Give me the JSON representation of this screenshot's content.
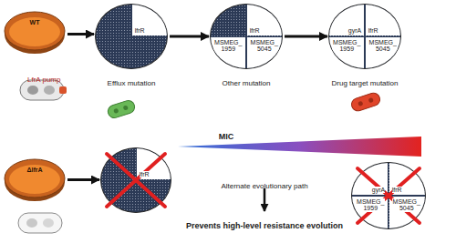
{
  "diagram": {
    "nodes": [
      {
        "text": [
          "WT"
        ]
      },
      {
        "text": [
          "Efflux mutation"
        ]
      },
      {
        "text": [
          "lfrR"
        ],
        "in": 1
      },
      {
        "text": [
          "Other mutation"
        ]
      },
      {
        "text": [
          "lfrR"
        ],
        "in": 3
      },
      {
        "text": [
          "MSMEG_ 1959"
        ],
        "in": 3
      },
      {
        "text": [
          "MSMEG_ 5045"
        ],
        "in": 3
      },
      {
        "text": [
          "Drug target mutation"
        ]
      },
      {
        "text": [
          "gyrA"
        ],
        "in": 7
      },
      {
        "text": [
          "lfrR"
        ],
        "in": 7
      },
      {
        "text": [
          "MSMEG_ 1959"
        ],
        "in": 7
      },
      {
        "text": [
          "MSMEG_ 5045"
        ],
        "in": 7
      },
      {
        "text": [
          "ΔlfrA"
        ]
      },
      {
        "text": []
      },
      {
        "text": [
          "lfrR"
        ],
        "in": 13
      },
      {
        "text": []
      },
      {
        "text": [
          "gyrA"
        ],
        "in": 15
      },
      {
        "text": [
          "lfrR"
        ],
        "in": 15
      },
      {
        "text": [
          "MSMEG_ 1959"
        ],
        "in": 15
      },
      {
        "text": [
          "MSMEG_ 5045"
        ],
        "in": 15
      }
    ],
    "edges": [
      {
        "from": 0,
        "to": 1,
        "arrow": "to"
      },
      {
        "from": 1,
        "to": 3,
        "arrow": "to"
      },
      {
        "from": 3,
        "to": 7,
        "arrow": "to"
      },
      {
        "from": 12,
        "to": 13,
        "arrow": "to"
      }
    ],
    "labels": [
      "LfrA pump",
      "MIC",
      "Alternate evolutionary path",
      "Prevents high-level resistance evolution"
    ]
  }
}
